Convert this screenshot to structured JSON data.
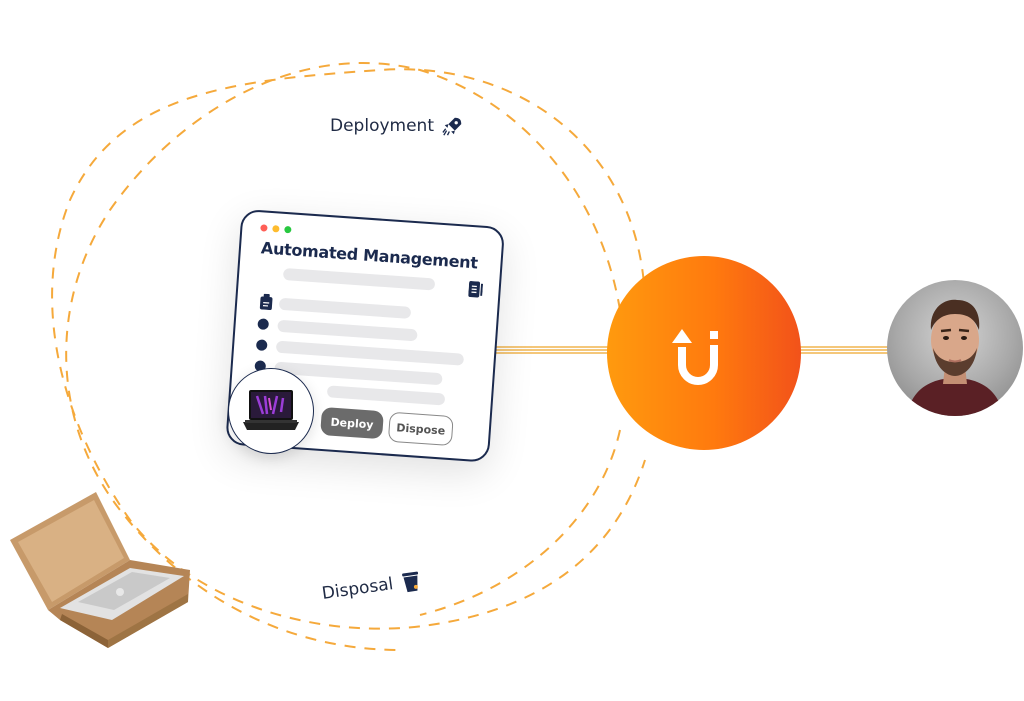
{
  "labels": {
    "deployment": "Deployment",
    "disposal": "Disposal"
  },
  "card": {
    "title": "Automated Management",
    "deploy_button": "Deploy",
    "dispose_button": "Dispose",
    "window_dots": [
      "#ff5f57",
      "#febc2e",
      "#28c840"
    ]
  },
  "icons": {
    "deployment": "rocket-icon",
    "disposal": "trash-icon",
    "card_side": "document-icon",
    "list_first": "clipboard-icon",
    "hub": "brand-logo-icon"
  },
  "colors": {
    "accent": "#ff8a0e",
    "navy": "#1b2a4e",
    "path": "#f5a93b"
  }
}
